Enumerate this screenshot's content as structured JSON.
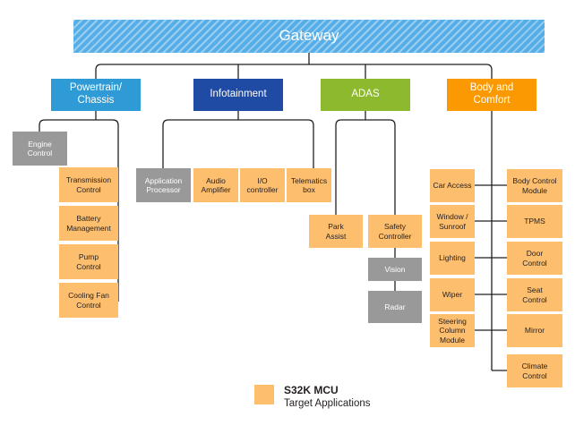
{
  "diagram": {
    "title": "Gateway",
    "colors": {
      "gateway": "#56aee8",
      "powertrain": "#2e9bd6",
      "infotainment": "#1f4ba5",
      "adas": "#8db92e",
      "body": "#fb9902",
      "target_app": "#fdbe6e",
      "other_node": "#999999",
      "background": "#ffffff",
      "wire": "#231f20"
    },
    "root": {
      "label": "Gateway"
    },
    "categories": [
      {
        "label": "Powertrain/\nChassis",
        "line1": "Powertrain/",
        "line2": "Chassis",
        "color": "#2e9bd6"
      },
      {
        "label": "Infotainment",
        "line1": "Infotainment",
        "line2": "",
        "color": "#1f4ba5"
      },
      {
        "label": "ADAS",
        "line1": "ADAS",
        "line2": "",
        "color": "#8db92e"
      },
      {
        "label": "Body and\nComfort",
        "line1": "Body and",
        "line2": "Comfort",
        "color": "#fb9902"
      }
    ],
    "nodes": {
      "engine_control": "Engine\nControl",
      "transmission_control": "Transmission\nControl",
      "battery_management": "Battery\nManagement",
      "pump_control": "Pump\nControl",
      "cooling_fan_control": "Cooling Fan\nControl",
      "application_processor": "Application\nProcessor",
      "audio_amplifier": "Audio\nAmplifier",
      "io_controller": "I/O\ncontroller",
      "telematics_box": "Telematics\nbox",
      "park_assist": "Park\nAssist",
      "safety_controller": "Safety\nController",
      "vision": "Vision",
      "radar": "Radar",
      "car_access": "Car Access",
      "window_sunroof": "Window /\nSunroof",
      "lighting": "Lighting",
      "wiper": "Wiper",
      "steering_column_module": "Steering\nColumn Module",
      "body_control_module": "Body Control\nModule",
      "tpms": "TPMS",
      "door_control": "Door\nControl",
      "seat_control": "Seat\nControl",
      "mirror": "Mirror",
      "climate_control": "Climate\nControl"
    },
    "legend": {
      "title": "S32K MCU",
      "subtitle": "Target Applications",
      "swatch_color": "#fdbe6e"
    }
  }
}
